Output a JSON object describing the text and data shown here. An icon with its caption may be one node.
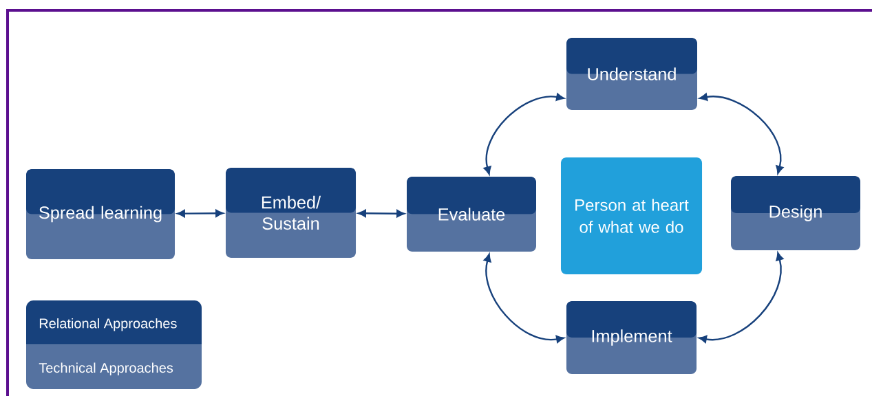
{
  "diagram": {
    "nodes": [
      {
        "text": [
          "Understand"
        ]
      },
      {
        "text": [
          "Spread learning"
        ]
      },
      {
        "text": [
          "Embed/ Sustain"
        ]
      },
      {
        "text": [
          "Evaluate"
        ]
      },
      {
        "text": [
          "Person at heart of what we do"
        ]
      },
      {
        "text": [
          "Design"
        ]
      },
      {
        "text": [
          "Implement"
        ]
      }
    ],
    "edges": [
      {
        "from": 1,
        "to": 2,
        "arrow": "both"
      },
      {
        "from": 2,
        "to": 3,
        "arrow": "both"
      },
      {
        "from": 3,
        "to": 0,
        "arrow": "both"
      },
      {
        "from": 0,
        "to": 5,
        "arrow": "both"
      },
      {
        "from": 5,
        "to": 6,
        "arrow": "both"
      },
      {
        "from": 6,
        "to": 3,
        "arrow": "both"
      }
    ],
    "legend": [
      {
        "text": "Relational Approaches",
        "color": "#17417c"
      },
      {
        "text": "Technical Approaches",
        "color": "#5572a0"
      }
    ]
  }
}
